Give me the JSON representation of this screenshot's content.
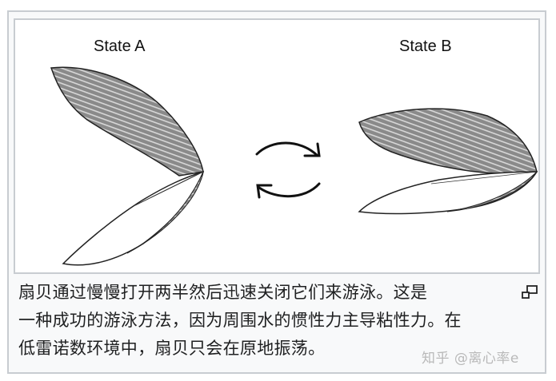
{
  "figure": {
    "state_a_label": "State A",
    "state_b_label": "State B",
    "cycle_icon": "cycle-arrows-icon",
    "caption": "扇贝通过慢慢打开两半然后迅速关闭它们来游泳。这是一种成功的游泳方法，因为周围水的惯性力主导粘性力。在低雷诺数环境中，扇贝只会在原地振荡。",
    "caption_lines": [
      "扇贝通过慢慢打开两半然后迅速关闭它们来游泳。这是",
      "一种成功的游泳方法，因为周围水的惯性力主导粘性力。在",
      "低雷诺数环境中，扇贝只会在原地振荡。"
    ],
    "magnify_icon": "enlarge-icon"
  },
  "watermark": "知乎 @离心率e",
  "colors": {
    "border": "#c8ccd1",
    "caption_bg": "#f8f9fa",
    "caption_text": "#202122",
    "watermark": "#b9b9b9"
  }
}
